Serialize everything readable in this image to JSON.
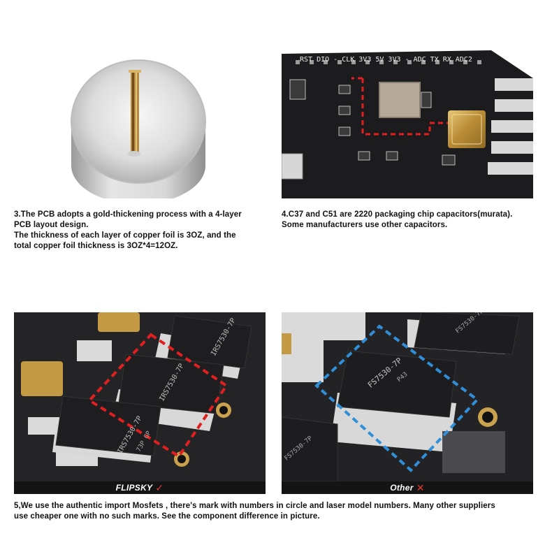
{
  "panels": {
    "top_left": {
      "caption_lines": [
        "3.The PCB adopts a gold-thickening process with a 4-layer",
        "PCB layout design.",
        "The thickness of each layer of copper foil is 3OZ, and the",
        "total copper foil thickness is 3OZ*4=12OZ."
      ]
    },
    "top_right": {
      "silkscreen": "RST DIO - CLK 3V3 5V 3V3 - ADC TX RX ADC2",
      "caption_lines": [
        "4.C37 and C51 are 2220 packaging chip capacitors(murata).",
        "Some manufacturers use other capacitors."
      ]
    },
    "bottom_left": {
      "chip_markings": [
        "IRS7530-7P",
        "IRS7530-7P",
        "IRS7530-7P"
      ],
      "chip_sub": "73P GP",
      "bar_label": "FLIPSKY",
      "mark": "✓",
      "mark_color": "#e53935"
    },
    "bottom_right": {
      "chip_markings": [
        "FS7530-7P",
        "FS7530-7P",
        "FS7530-7P"
      ],
      "chip_sub": "P43",
      "bar_label": "Other",
      "mark": "✕",
      "mark_color": "#e53935"
    },
    "bottom_caption_lines": [
      "5,We use the authentic import Mosfets , there's mark with numbers in circle and laser model numbers. Many other suppliers",
      "use cheaper one with no such marks. See the component difference in picture."
    ]
  },
  "colors": {
    "red_dash": "#e02020",
    "blue_dash": "#2f8fd8",
    "pcb": "#1b1b1d",
    "gold": "#c9a24a"
  }
}
